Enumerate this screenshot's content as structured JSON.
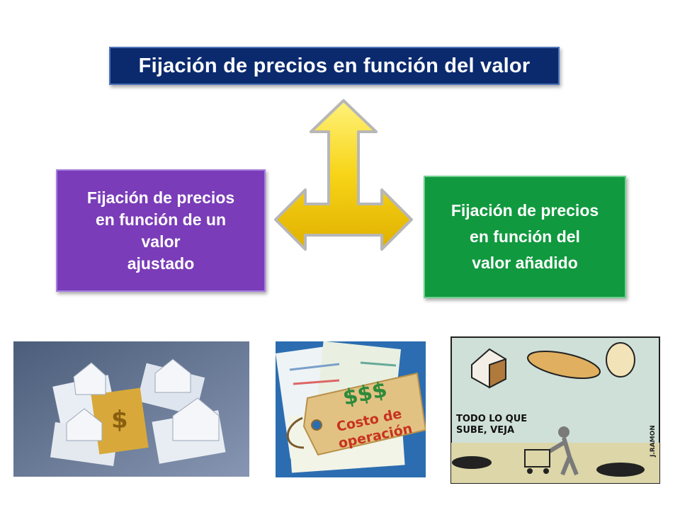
{
  "diagram": {
    "title": "Fijación de precios en función  del valor",
    "left_box": "Fijación de precios\nen función  de un\nvalor\najustado",
    "right_box": "Fijación de precios\nen función  del\nvalor añadido"
  },
  "images": {
    "price_tag": {
      "symbol": "$$$",
      "line1": "Costo de",
      "line2": "operación"
    },
    "cartoon": {
      "caption1": "TODO LO QUE",
      "caption2": "SUBE, VEJA",
      "signature": "J.RAMON"
    }
  },
  "colors": {
    "title_bg": "#0b2a6e",
    "left_bg": "#7a3cb8",
    "right_bg": "#11993f",
    "arrow_fill": "#f7d417",
    "arrow_stroke": "#b7b7b7"
  }
}
